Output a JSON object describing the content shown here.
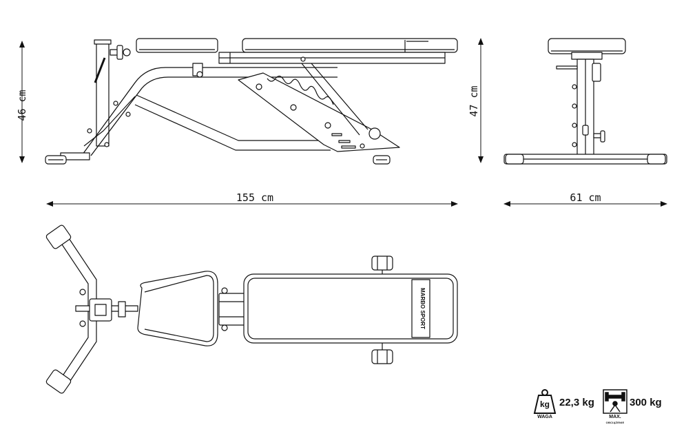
{
  "dimensions": {
    "side_height": "46 cm",
    "side_length": "155 cm",
    "front_height": "47 cm",
    "front_width": "61 cm"
  },
  "specs": {
    "weight_value": "22,3 kg",
    "weight_icon_text": "kg",
    "weight_caption": "WAGA",
    "max_load_value": "300 kg",
    "max_load_caption": "MAX.",
    "max_load_caption_small": "OBCIĄŻENIE"
  },
  "brand_logo_text": "MARBO SPORT",
  "icons": [
    "weight-icon",
    "max-load-icon"
  ]
}
